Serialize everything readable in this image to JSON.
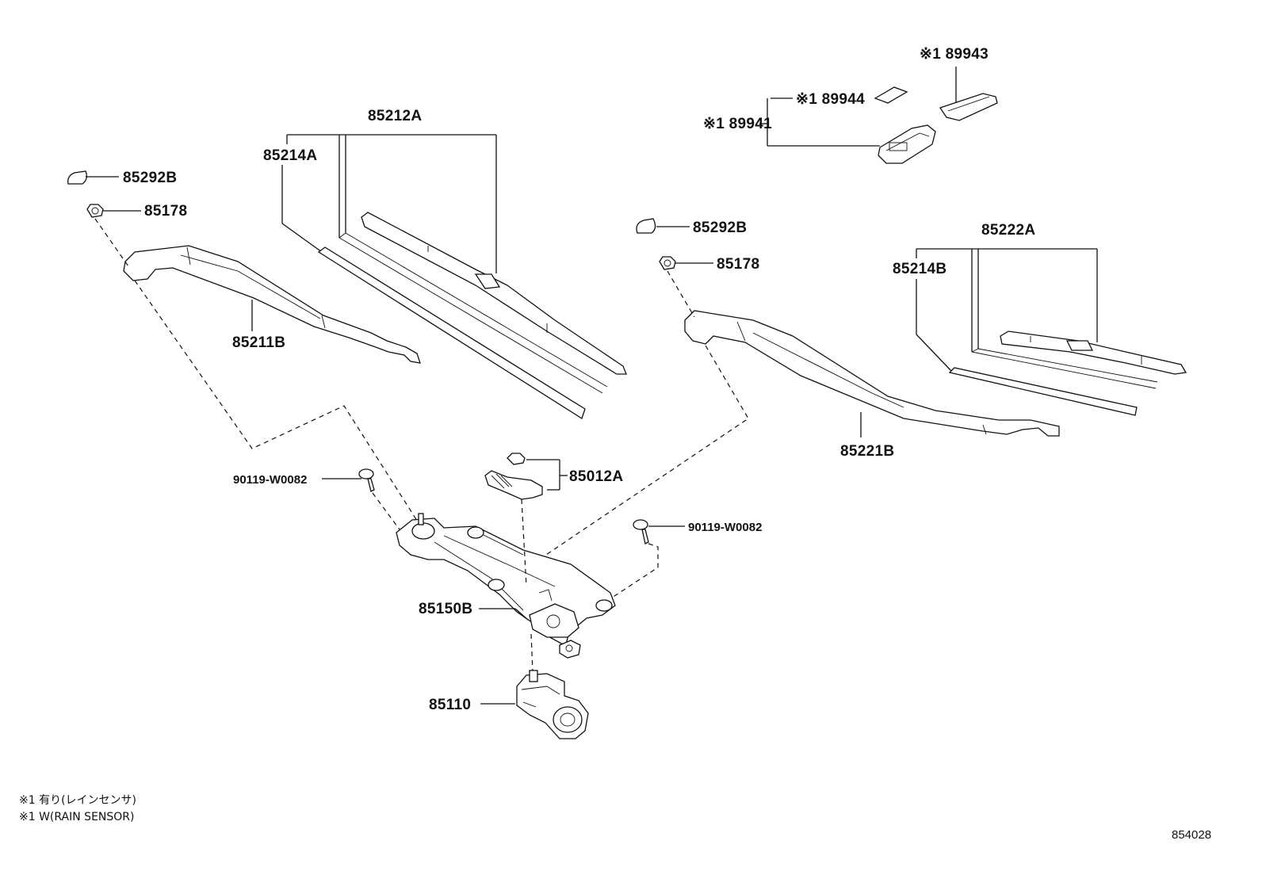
{
  "labels": {
    "p85212A": "85212A",
    "p85214A": "85214A",
    "p85292B_left": "85292B",
    "p85178_left": "85178",
    "p85211B": "85211B",
    "p89943": "※1 89943",
    "p89944": "※1 89944",
    "p89941": "※1 89941",
    "p85292B_right": "85292B",
    "p85178_right": "85178",
    "p85222A": "85222A",
    "p85214B": "85214B",
    "p85221B": "85221B",
    "p85012A": "85012A",
    "p90119_left": "90119-W0082",
    "p90119_right": "90119-W0082",
    "p85150B": "85150B",
    "p85110": "85110"
  },
  "notes": {
    "line1": "※1 有り(レインセンサ)",
    "line2": "※1 W(RAIN SENSOR)"
  },
  "figure_number": "854028"
}
